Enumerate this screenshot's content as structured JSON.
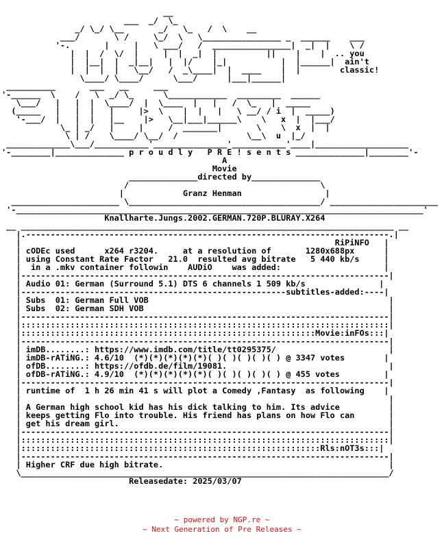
{
  "nfo_text": "                                 __            \n                         ___  _/  \\_        \n               _/ \\_/ \\__       _/   \\_   /  \\    __\n            ___/       \\ /     \\_/  \\   \\________________ _  ______    ___\n           '-.       |     |   \\ ___/   /  ________________|  _|  |    \\ /\n              |  |  /  \\/  |     |  |  _|  |          ||    |    |  .. you\n              |  |__|  |  _|__|   |  |/    |_|           |  |______|  ain't\n              |  |  |  |   \\__/   /  _\\____|  |  ____    |  |        classic!\n                \\____/ \\____/      \\___/      |___|______|\n __________       ___   __     ___\n'-______  \\    /   \\  _/ \\_      \\____________  _________  ______\n   \\___/   |   |  |  \\____/  |  \\____  |   |   /  \\_   |  _____\n  (_____   |   |  |   |     |>  \\    |  |   |   \\ __/ / i  |  _____)\n   '-___/  |   |  |   |__    |>   \\__|___|______\\    \\   x  |  |___/\n            \\_ | _/   |     |     /  _______|       \\    \\  x  |  |\n             \\ | /    \\____/ \\__/  /              \\__\\  u  |_/\n _____________\\___/___________'_______________'___________'____|___________________\n'-________|______________ p r o u d l y   P R E ! s e n t s ______________|________'-\n                                             A\n                                           Movie\n                          ______________directed by______________\n                         /                                       \\\n                        |            Granz Henman                 |\n  ______________________ \\_______________________________________/ ______________________\n '-___________________________________________________________________________________'\n                     Knallharte.Jungs.2002.GERMAN.720P.BLURAY.X264\n __ ____________________________________________________________________________ __\n   |.--------------------------------------------------------------------------.|\n   |                                                                RiPiNFO   |\n   | cODEc used      x264 r3204.     at a resolution of       1280x688px      |\n   | using Constant Rate Factor   21.0  resulted avg bitrate   5 440 kb/s     |\n   |  in a .mkv container followin    AUDiO    was added:                     |\n   |---------------------------------------------------------------------------|\n   | Audio 01: German (Surround 5.1) DTS 6 channels 1 509 kb/s               |\n   |------------------------------------------------------subtitles-added:----|\n   | Subs  01: German Full VOB                                                 |\n   | Subs  02: German SDH VOB                                                  |\n   |---------------------------------------------------------------------------|\n   |:::::::::::::::::::::::::::::::::::::::::::::::::::::::::::::::::::::::::::|\n   |::::::::::::::::::::::::::::::::::::::::::::::::::::::::::::Movie:inFOs:::|\n   |---------------------------------------------------------------------------|\n   | imDB........: https://www.imdb.com/title/tt0295375/                       |\n   | imDB-rATiNG.: 4.6/10  (*)(*)(*)(*)(*)( )( )( )( )( ) @ 3347 votes        |\n   | ofDB........: https://ofdb.de/film/19081.                                 |\n   | ofDB-rATiNG.: 4.9/10  (*)(*)(*)(*)(*)( )( )( )( )( ) @ 455 votes         |\n   |---------------------------------------------------------------------------|\n   | runtime of  1 h 26 min 41 s will plot a Comedy ,Fantasy  as following    |\n   |                                                                           |\n   | A German high school kid has his dick talking to him. Its advice          |\n   | keeps getting Flo into trouble. His friend has plans on how Flo can       |\n   | get his dream girl.                                                       |\n   |---------------------------------------------------------------------------|\n   |:::::::::::::::::::::::::::::::::::::::::::::::::::::::::::::::::::::::::::|\n   |:::::::::::::::::::::::::::::::::::::::::::::::::::::::::::::Rls:nOT3s:::|\n   |---------------------------------------------------------------------------|\n   | Higher CRF due high bitrate.                                              |\n   \\___________________________________________________________________________/\n                          Releasedate: 2025/03/07",
  "footer": {
    "line1": "~ powered by NGP.re ~",
    "line2": "~ Next Generation of Pre Releases ~"
  },
  "colors": {
    "text": "#000000",
    "footer": "#dd1111",
    "background": "#ffffff"
  }
}
